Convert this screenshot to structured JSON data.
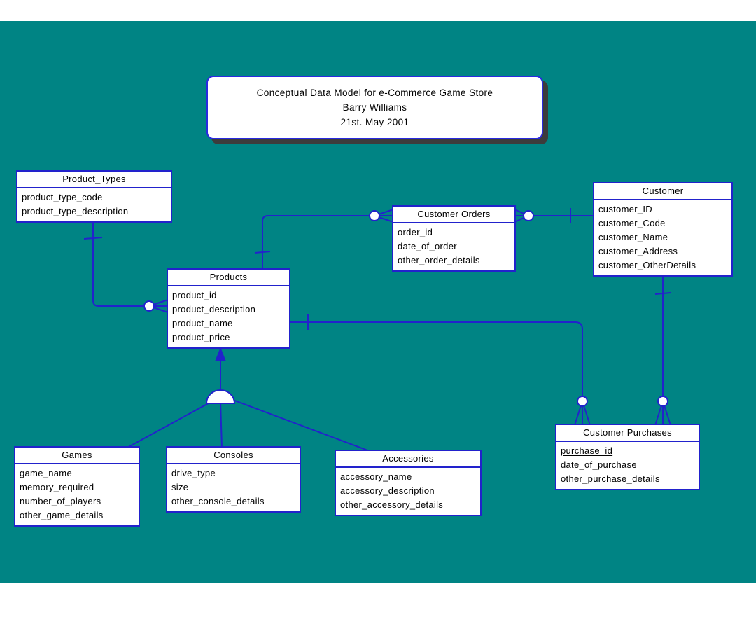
{
  "title_box": {
    "line1": "Conceptual Data Model for e-Commerce Game Store",
    "line2": "Barry Williams",
    "line3": "21st. May 2001"
  },
  "entities": {
    "product_types": {
      "name": "Product_Types",
      "attributes": [
        "product_type_code",
        "product_type_description"
      ],
      "primary_key": "product_type_code"
    },
    "customer_orders": {
      "name": "Customer Orders",
      "attributes": [
        "order_id",
        "date_of_order",
        "other_order_details"
      ],
      "primary_key": "order_id"
    },
    "customer": {
      "name": "Customer",
      "attributes": [
        "customer_ID",
        "customer_Code",
        "customer_Name",
        "customer_Address",
        "customer_OtherDetails"
      ],
      "primary_key": "customer_ID"
    },
    "products": {
      "name": "Products",
      "attributes": [
        "product_id",
        "product_description",
        "product_name",
        "product_price"
      ],
      "primary_key": "product_id"
    },
    "customer_purchases": {
      "name": "Customer Purchases",
      "attributes": [
        "purchase_id",
        "date_of_purchase",
        "other_purchase_details"
      ],
      "primary_key": "purchase_id"
    },
    "games": {
      "name": "Games",
      "attributes": [
        "game_name",
        "memory_required",
        "number_of_players",
        "other_game_details"
      ]
    },
    "consoles": {
      "name": "Consoles",
      "attributes": [
        "drive_type",
        "size",
        "other_console_details"
      ]
    },
    "accessories": {
      "name": "Accessories",
      "attributes": [
        "accessory_name",
        "accessory_description",
        "other_accessory_details"
      ]
    }
  },
  "relationships": [
    {
      "from": "Product_Types",
      "to": "Products",
      "from_end": "one",
      "to_end": "zero-or-many"
    },
    {
      "from": "Products",
      "to": "Customer Orders",
      "from_end": "one",
      "to_end": "zero-or-many"
    },
    {
      "from": "Customer",
      "to": "Customer Orders",
      "from_end": "one",
      "to_end": "zero-or-many"
    },
    {
      "from": "Products",
      "to": "Customer Purchases",
      "from_end": "one",
      "to_end": "zero-or-many"
    },
    {
      "from": "Customer",
      "to": "Customer Purchases",
      "from_end": "one",
      "to_end": "zero-or-many"
    },
    {
      "type": "subtype",
      "supertype": "Products",
      "subtypes": [
        "Games",
        "Consoles",
        "Accessories"
      ]
    }
  ],
  "colors": {
    "background_teal": "#008484",
    "line_blue": "#2222cc",
    "box_fill": "#ffffff",
    "text": "#000000",
    "title_shadow": "#3c3c3c",
    "page_margin": "#ffffff"
  }
}
